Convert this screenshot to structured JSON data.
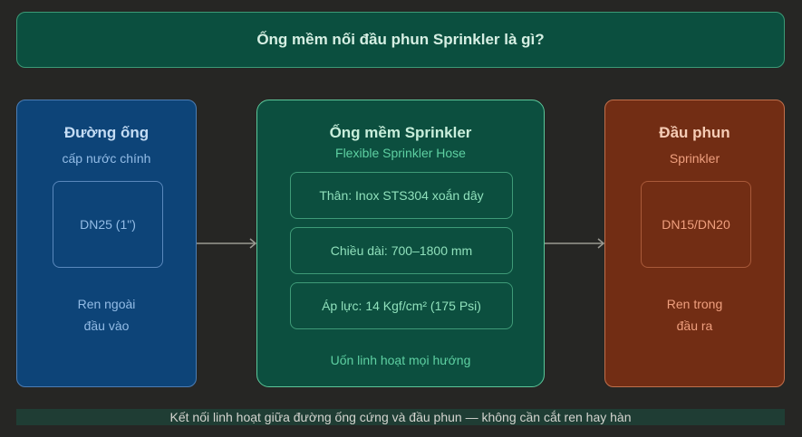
{
  "title": "Ống mềm nối đầu phun Sprinkler là gì?",
  "left": {
    "heading": "Đường ống",
    "subheading": "cấp nước chính",
    "spec": "DN25 (1\")",
    "note_line1": "Ren ngoài",
    "note_line2": "đầu vào"
  },
  "center": {
    "heading": "Ống mềm Sprinkler",
    "subheading": "Flexible Sprinkler Hose",
    "specs": [
      "Thân: Inox STS304 xoắn dây",
      "Chiều dài: 700–1800 mm",
      "Áp lực: 14 Kgf/cm² (175 Psi)"
    ],
    "note": "Uốn linh hoạt mọi hướng"
  },
  "right": {
    "heading": "Đầu phun",
    "subheading": "Sprinkler",
    "spec": "DN15/DN20",
    "note_line1": "Ren trong",
    "note_line2": "đầu ra"
  },
  "footer": "Kết nối linh hoạt giữa đường ống cứng và đầu phun — không cần cắt ren hay hàn",
  "colors": {
    "background": "#262624",
    "blue": "#0d4478",
    "green": "#0c4f3f",
    "orange": "#722d14",
    "arrow": "#9a9a92"
  }
}
